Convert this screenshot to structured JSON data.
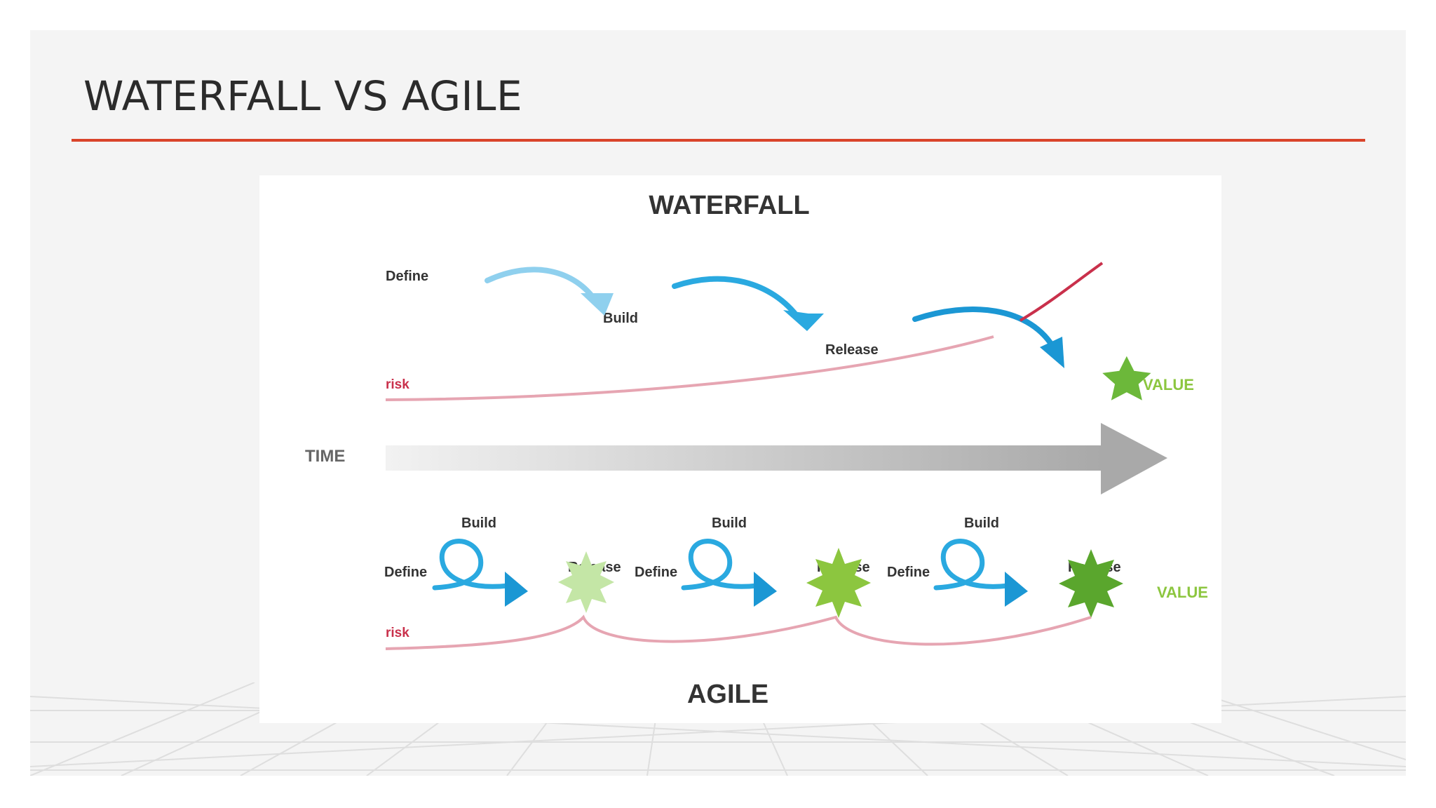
{
  "slide": {
    "title": "WATERFALL VS AGILE",
    "accent_color": "#d9442a"
  },
  "diagram": {
    "waterfall": {
      "heading": "WATERFALL",
      "steps": [
        "Define",
        "Build",
        "Release"
      ],
      "risk_label": "risk",
      "value_label": "VALUE"
    },
    "time_label": "TIME",
    "agile": {
      "heading": "AGILE",
      "iterations": [
        {
          "build": "Build",
          "define": "Define",
          "release": "Release"
        },
        {
          "build": "Build",
          "define": "Define",
          "release": "Release"
        },
        {
          "build": "Build",
          "define": "Define",
          "release": "Release"
        }
      ],
      "risk_label": "risk",
      "value_label": "VALUE"
    },
    "colors": {
      "arrow_light": "#8fd0ee",
      "arrow_mid": "#2aa9e0",
      "arrow_dark": "#1b97d4",
      "risk": "#c9304b",
      "risk_light": "#e6a5b2",
      "value_green": "#6cb83a",
      "value_light": "#c4e6a6",
      "time_gray": "#a9a9a9"
    }
  }
}
